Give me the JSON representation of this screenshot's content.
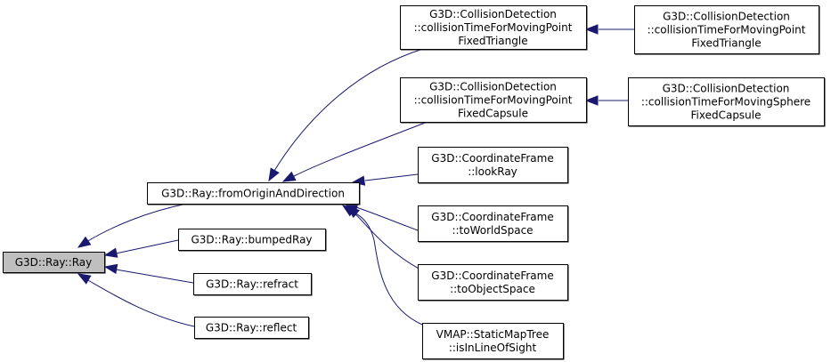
{
  "diagram": {
    "type": "doxygen-caller-graph",
    "colors": {
      "edge": "#191970",
      "focus_fill": "#bfbfbf",
      "node_fill": "#ffffff",
      "node_border": "#000000"
    },
    "nodes": [
      {
        "id": "ray",
        "focus": true,
        "lines": [
          "G3D::Ray::Ray"
        ]
      },
      {
        "id": "fromOriginAndDirection",
        "lines": [
          "G3D::Ray::fromOriginAndDirection"
        ]
      },
      {
        "id": "bumpedRay",
        "lines": [
          "G3D::Ray::bumpedRay"
        ]
      },
      {
        "id": "refract",
        "lines": [
          "G3D::Ray::refract"
        ]
      },
      {
        "id": "reflect",
        "lines": [
          "G3D::Ray::reflect"
        ]
      },
      {
        "id": "ctfmpFixedTriangle",
        "lines": [
          "G3D::CollisionDetection",
          "::collisionTimeForMovingPoint",
          "FixedTriangle"
        ]
      },
      {
        "id": "ctfmpFixedCapsule",
        "lines": [
          "G3D::CollisionDetection",
          "::collisionTimeForMovingPoint",
          "FixedCapsule"
        ]
      },
      {
        "id": "lookRay",
        "lines": [
          "G3D::CoordinateFrame",
          "::lookRay"
        ]
      },
      {
        "id": "toWorldSpace",
        "lines": [
          "G3D::CoordinateFrame",
          "::toWorldSpace"
        ]
      },
      {
        "id": "toObjectSpace",
        "lines": [
          "G3D::CoordinateFrame",
          "::toObjectSpace"
        ]
      },
      {
        "id": "isInLineOfSight",
        "lines": [
          "VMAP::StaticMapTree",
          "::isInLineOfSight"
        ]
      },
      {
        "id": "ctfmpFixedTriangle2",
        "lines": [
          "G3D::CollisionDetection",
          "::collisionTimeForMovingPoint",
          "FixedTriangle"
        ]
      },
      {
        "id": "ctfmsFixedCapsule",
        "lines": [
          "G3D::CollisionDetection",
          "::collisionTimeForMovingSphere",
          "FixedCapsule"
        ]
      }
    ],
    "edges": [
      {
        "from": "fromOriginAndDirection",
        "to": "ray"
      },
      {
        "from": "bumpedRay",
        "to": "ray"
      },
      {
        "from": "refract",
        "to": "ray"
      },
      {
        "from": "reflect",
        "to": "ray"
      },
      {
        "from": "ctfmpFixedTriangle",
        "to": "fromOriginAndDirection"
      },
      {
        "from": "ctfmpFixedCapsule",
        "to": "fromOriginAndDirection"
      },
      {
        "from": "lookRay",
        "to": "fromOriginAndDirection"
      },
      {
        "from": "toWorldSpace",
        "to": "fromOriginAndDirection"
      },
      {
        "from": "toObjectSpace",
        "to": "fromOriginAndDirection"
      },
      {
        "from": "isInLineOfSight",
        "to": "fromOriginAndDirection"
      },
      {
        "from": "ctfmpFixedTriangle2",
        "to": "ctfmpFixedTriangle"
      },
      {
        "from": "ctfmsFixedCapsule",
        "to": "ctfmpFixedCapsule"
      }
    ]
  }
}
